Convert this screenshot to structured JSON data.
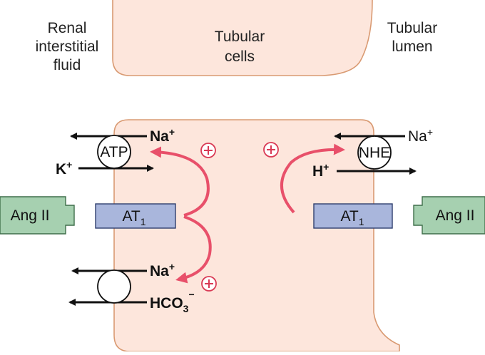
{
  "labels": {
    "interstitial_line1": "Renal",
    "interstitial_line2": "interstitial",
    "interstitial_line3": "fluid",
    "cells_line1": "Tubular",
    "cells_line2": "cells",
    "lumen_line1": "Tubular",
    "lumen_line2": "lumen"
  },
  "transporters": {
    "atpase_label": "ATP",
    "nhe_label": "NHE"
  },
  "ions": {
    "na_top_left": "Na",
    "na_top_left_charge": "+",
    "k": "K",
    "k_charge": "+",
    "na_top_right": "Na",
    "na_top_right_charge": "+",
    "h": "H",
    "h_charge": "+",
    "na_bottom": "Na",
    "na_bottom_charge": "+",
    "hco3_base": "HCO",
    "hco3_sub": "3",
    "hco3_charge": "−"
  },
  "receptors": {
    "at1_left_base": "AT",
    "at1_left_sub": "1",
    "at1_right_base": "AT",
    "at1_right_sub": "1"
  },
  "ligands": {
    "ang_left": "Ang II",
    "ang_right": "Ang II"
  },
  "colors": {
    "cell_fill": "#fde6dc",
    "cell_stroke": "#d99a72",
    "receptor_fill": "#a9b6dc",
    "ligand_fill": "#a6d0b0",
    "activation_arrow": "#e8506a",
    "plus_sign": "#d93a55"
  }
}
